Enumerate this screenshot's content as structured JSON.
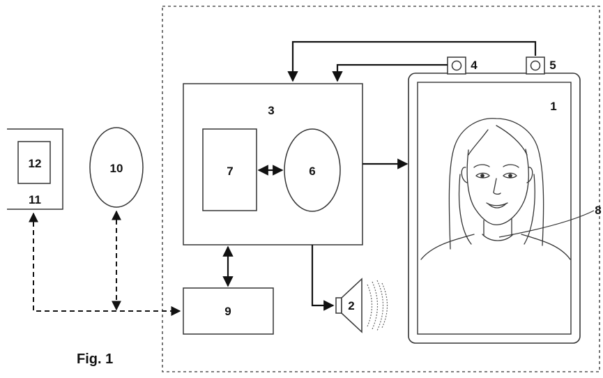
{
  "caption": "Fig. 1",
  "labels": {
    "display": "1",
    "speaker": "2",
    "controller": "3",
    "camera_left": "4",
    "camera_right": "5",
    "processor": "6",
    "memory": "7",
    "avatar": "8",
    "interface": "9",
    "network": "10",
    "remote_device": "11",
    "remote_inner": "12"
  }
}
